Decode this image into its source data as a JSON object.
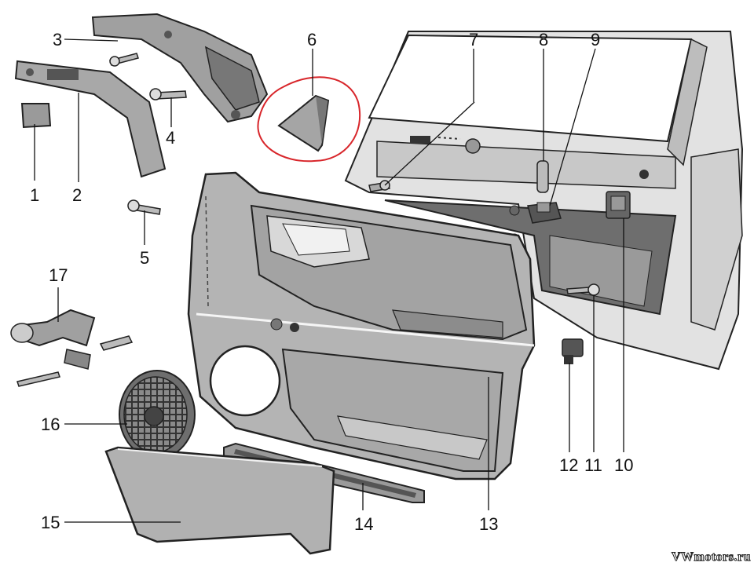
{
  "callouts": {
    "n1": "1",
    "n2": "2",
    "n3": "3",
    "n4": "4",
    "n5": "5",
    "n6": "6",
    "n7": "7",
    "n8": "8",
    "n9": "9",
    "n10": "10",
    "n11": "11",
    "n12": "12",
    "n13": "13",
    "n14": "14",
    "n15": "15",
    "n16": "16",
    "n17": "17"
  },
  "watermark": "VWmotors.ru",
  "colors": {
    "part_fill": "#b9b9b9",
    "part_dark": "#7a7a7a",
    "door_frame": "#d9d9d9",
    "outline": "#222222",
    "highlight_circle": "#d8262b"
  },
  "highlighted_part": "n6"
}
